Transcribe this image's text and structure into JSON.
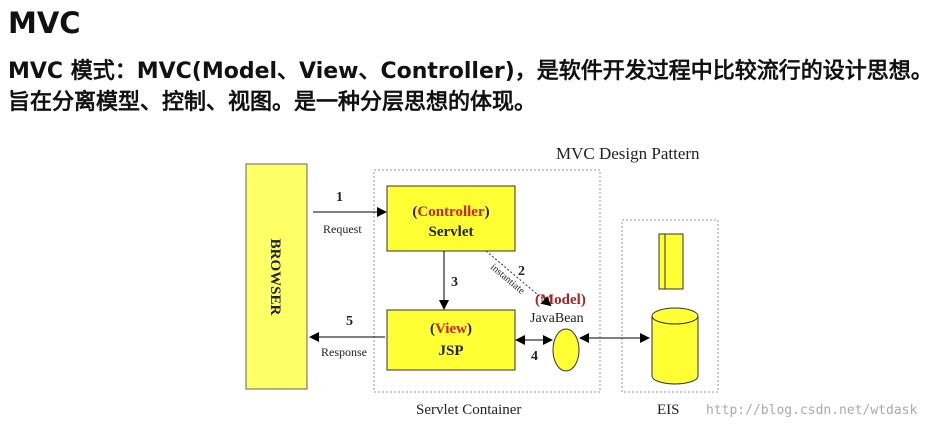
{
  "heading": "MVC",
  "description": "MVC 模式：MVC(Model、View、Controller)，是软件开发过程中比较流行的设计思想。旨在分离模型、控制、视图。是一种分层思想的体现。",
  "diagram": {
    "title": "MVC Design Pattern",
    "browser": "BROWSER",
    "controller": {
      "role": "(Controller)",
      "name": "Servlet"
    },
    "view": {
      "role": "(View)",
      "name": "JSP"
    },
    "model": {
      "role": "(Model)",
      "name": "JavaBean"
    },
    "container_label": "Servlet Container",
    "eis_label": "EIS",
    "steps": {
      "step1": "1",
      "request": "Request",
      "step2": "2",
      "instantiate": "instantiate",
      "step3": "3",
      "step4": "4",
      "step5": "5",
      "response": "Response"
    },
    "watermark": "http://blog.csdn.net/wtdask"
  },
  "colors": {
    "box_fill": "#ffff33",
    "browser_fill": "#ffff66",
    "role_red": "#cc2222"
  }
}
